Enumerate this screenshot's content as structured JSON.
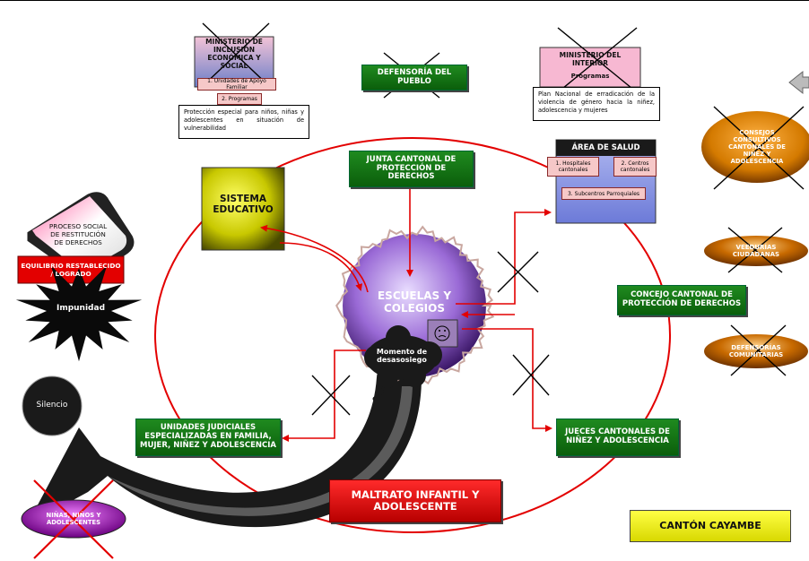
{
  "ministerio_inclusion": {
    "title": "MINISTERIO DE INCLUSIÓN ECONÓMICA Y SOCIAL",
    "tag1": "1. Unidades de Apoyo Familiar",
    "tag2": "2. Programas",
    "note": "Protección especial para niños, niñas y adolescentes en situación de vulnerabilidad"
  },
  "defensoria_pueblo": {
    "label": "DEFENSORÍA DEL PUEBLO"
  },
  "ministerio_interior": {
    "title": "MINISTERIO DEL INTERIOR",
    "subtitle": "Programas",
    "note": "Plan Nacional de erradicación de la violencia de género hacia la niñez, adolescencia y mujeres"
  },
  "junta_cantonal": {
    "label": "JUNTA CANTONAL DE PROTECCIÓN DE DERECHOS"
  },
  "area_salud": {
    "title": "ÁREA DE SALUD",
    "tag1": "1. Hospitales cantonales",
    "tag2": "2. Centros cantonales",
    "tag3": "3. Subcentros Parroquiales"
  },
  "consejos_consultivos": {
    "label": "CONSEJOS CONSULTIVOS CANTONALES DE NIÑEZ Y ADOLESCENCIA"
  },
  "veedurias": {
    "label": "VEEDURÍAS CIUDADANAS"
  },
  "defensorias_comunitarias": {
    "label": "DEFENSORÍAS COMUNITARIAS"
  },
  "concejo_cantonal": {
    "label": "CONCEJO CANTONAL DE PROTECCIÓN DE DERECHOS"
  },
  "sistema_educativo": {
    "label": "SISTEMA EDUCATIVO"
  },
  "escuelas": {
    "label": "ESCUELAS Y COLEGIOS"
  },
  "momento": {
    "label": "Momento de desasosiego"
  },
  "proceso_social": {
    "label": "PROCESO SOCIAL DE RESTITUCIÓN DE DERECHOS"
  },
  "equilibrio": {
    "label": "EQUILIBRIO RESTABLECIDO / LOGRADO"
  },
  "impunidad": {
    "label": "Impunidad"
  },
  "silencio": {
    "label": "Silencio"
  },
  "unidades_judiciales": {
    "label": "UNIDADES JUDICIALES ESPECIALIZADAS EN FAMILIA, MUJER, NIÑEZ Y ADOLESCENCIA"
  },
  "jueces_cantonales": {
    "label": "JUECES CANTONALES DE NIÑEZ Y ADOLESCENCIA"
  },
  "maltrato": {
    "label": "MALTRATO INFANTIL Y ADOLESCENTE"
  },
  "ninas": {
    "label": "NIÑAS, NIÑOS Y ADOLESCENTES"
  },
  "canton": {
    "label": "CANTÓN CAYAMBE"
  },
  "colors": {
    "green": "#0b5e0b",
    "red": "#e30000",
    "purple": "#8e57c9",
    "yellow": "#e8e800"
  }
}
